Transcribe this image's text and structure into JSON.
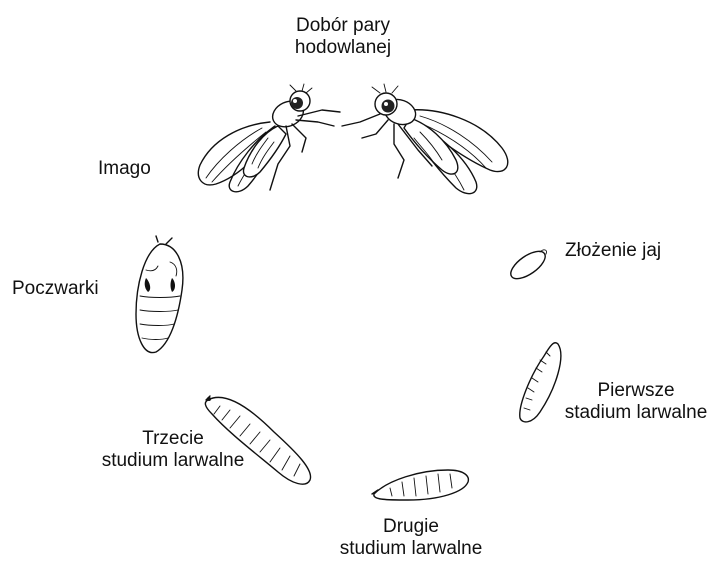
{
  "stages": {
    "pair": {
      "line1": "Dobór pary",
      "line2": "hodowlanej"
    },
    "eggs": {
      "text": "Złożenie jaj"
    },
    "first": {
      "line1": "Pierwsze",
      "line2": "stadium larwalne"
    },
    "second": {
      "line1": "Drugie",
      "line2": "studium larwalne"
    },
    "third": {
      "line1": "Trzecie",
      "line2": "studium larwalne"
    },
    "pupa": {
      "text": "Poczwarki"
    },
    "imago": {
      "text": "Imago"
    }
  },
  "colors": {
    "line": "#111111",
    "background": "#ffffff"
  }
}
